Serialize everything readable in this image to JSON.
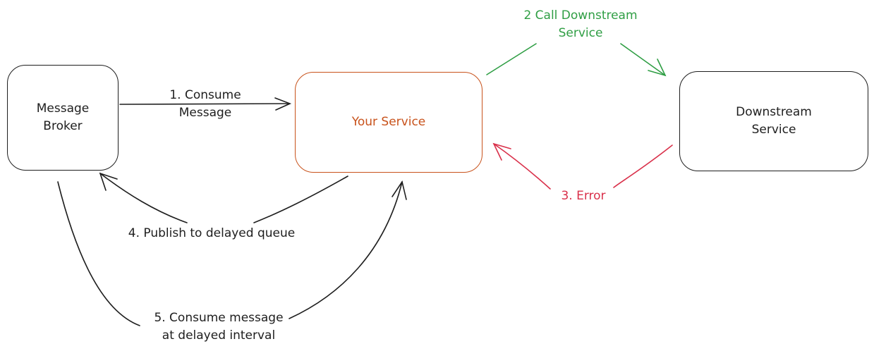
{
  "nodes": {
    "broker": {
      "label": "Message\nBroker",
      "color": "#1e1e1e"
    },
    "service": {
      "label": "Your Service",
      "color": "#c8521b"
    },
    "downstream": {
      "label": "Downstream\nService",
      "color": "#1e1e1e"
    }
  },
  "edges": {
    "consume": {
      "label": "1. Consume\nMessage",
      "color": "#1e1e1e"
    },
    "call": {
      "label": "2 Call Downstream\nService",
      "color": "#2f9e44"
    },
    "error": {
      "label": "3. Error",
      "color": "#d9304a"
    },
    "publish": {
      "label": "4. Publish to delayed queue",
      "color": "#1e1e1e"
    },
    "consume_delayed": {
      "label": "5. Consume message\nat delayed interval",
      "color": "#1e1e1e"
    }
  }
}
